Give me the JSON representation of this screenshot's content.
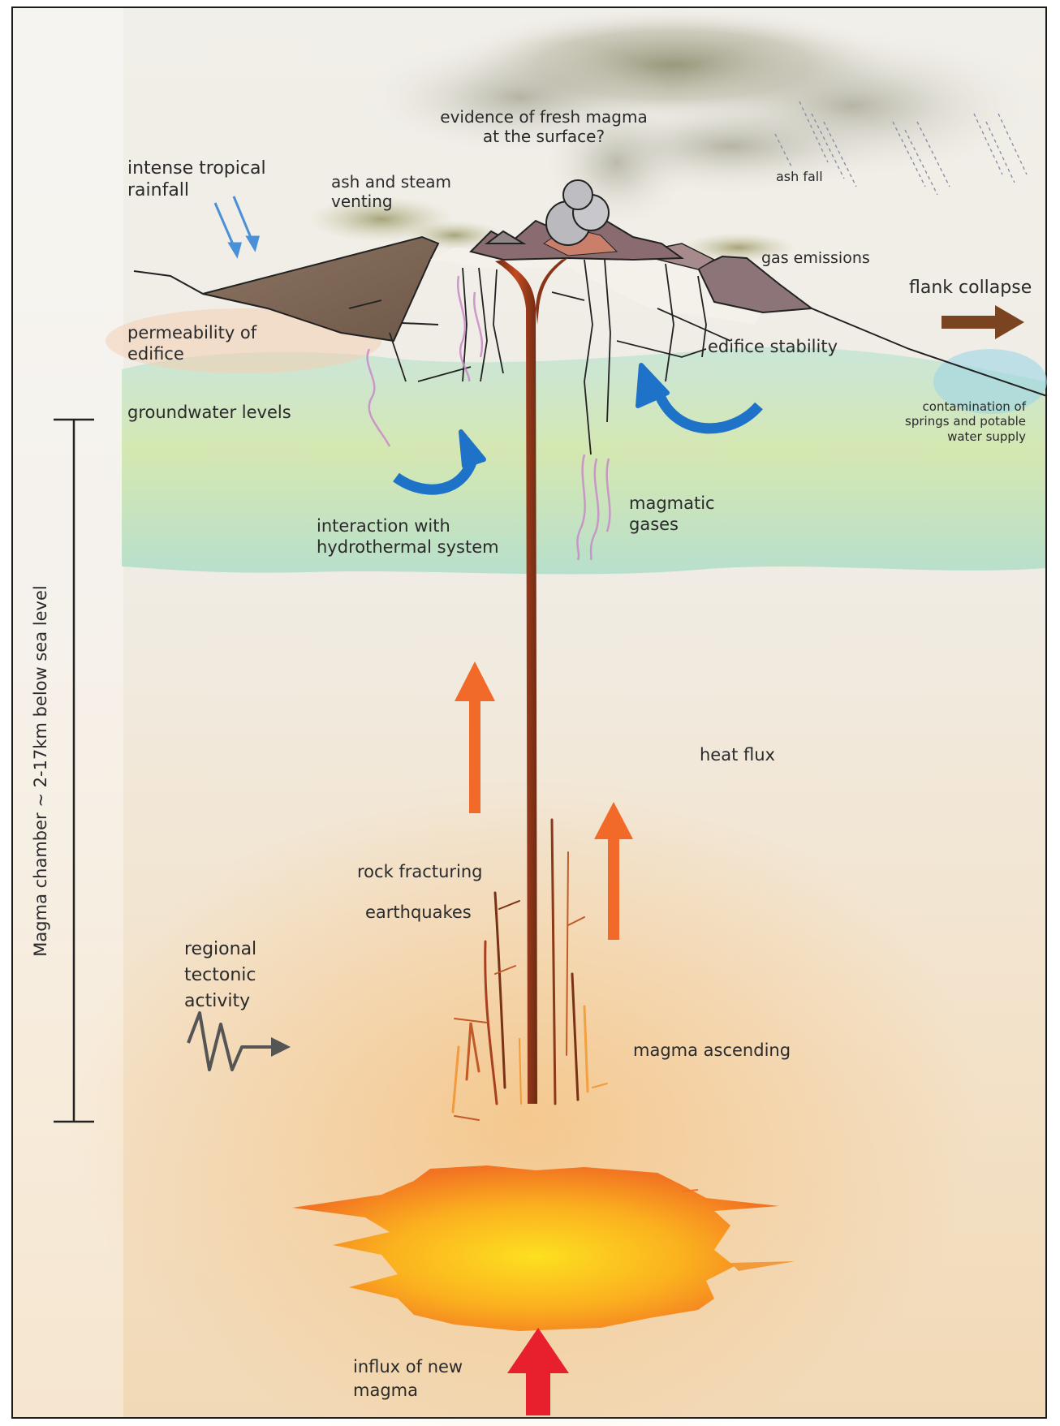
{
  "labels": {
    "fresh_magma": "evidence of fresh magma\nat the surface?",
    "rainfall": "intense tropical\nrainfall",
    "ash_steam": "ash and steam\nventing",
    "ash_fall": "ash fall",
    "gas_emissions": "gas emissions",
    "flank_collapse": "flank collapse",
    "permeability": "permeability of\nedifice",
    "edifice_stability": "edifice stability",
    "groundwater": "groundwater levels",
    "contamination": "contamination of\nsprings and potable\nwater supply",
    "hydrothermal": "interaction with\nhydrothermal system",
    "magmatic_gases": "magmatic\ngases",
    "heat_flux": "heat flux",
    "rock_fracturing": "rock fracturing",
    "earthquakes": "earthquakes",
    "tectonic": "regional\ntectonic\nactivity",
    "magma_ascending": "magma ascending",
    "influx": "influx of new\nmagma",
    "scale_bar": "Magma chamber ~ 2-17km below sea level"
  },
  "colors": {
    "groundwater": "#9fd8c0",
    "magma_conduit": "#a8401f",
    "heat_arrow": "#f26a2a",
    "influx_arrow": "#e8202e",
    "water_arrow": "#1e73c8",
    "rain": "#4a90d9",
    "flank_arrow": "#7b4420",
    "chamber_outer": "#f47a20",
    "chamber_inner": "#fcd020"
  }
}
